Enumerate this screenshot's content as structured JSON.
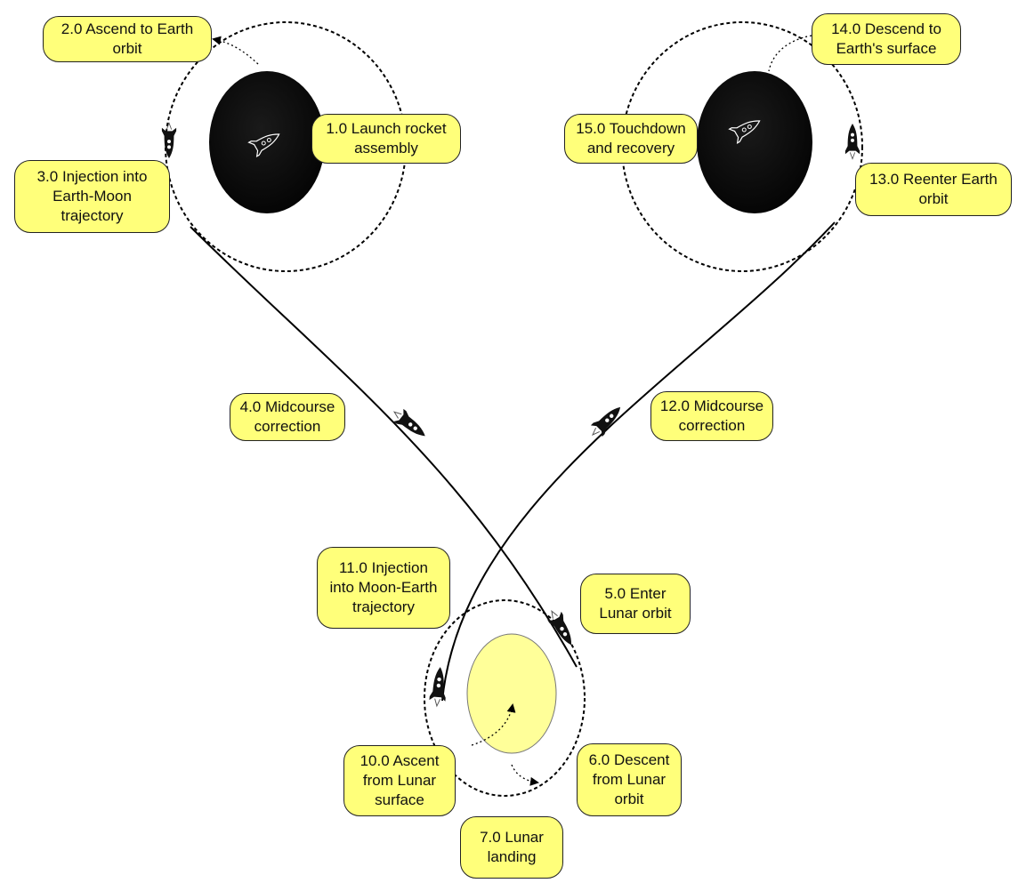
{
  "labels": {
    "s1": "1.0 Launch rocket\nassembly",
    "s2": "2.0 Ascend to Earth\norbit",
    "s3": "3.0 Injection into\nEarth-Moon\ntrajectory",
    "s4": "4.0 Midcourse\ncorrection",
    "s5": "5.0 Enter\nLunar orbit",
    "s6": "6.0 Descent\nfrom Lunar\norbit",
    "s7": "7.0 Lunar\nlanding",
    "s10": "10.0 Ascent\nfrom Lunar\nsurface",
    "s11": "11.0 Injection\ninto Moon-Earth\ntrajectory",
    "s12": "12.0 Midcourse\ncorrection",
    "s13": "13.0 Reenter Earth\norbit",
    "s14": "14.0 Descend to\nEarth's surface",
    "s15": "15.0 Touchdown\nand recovery"
  },
  "colors": {
    "label_fill": "#ffff7a",
    "earth": "#0b0b0b",
    "moon": "#ffff99",
    "line": "#000000"
  },
  "icons": [
    "rocket-icon",
    "earth-icon",
    "moon-icon"
  ]
}
